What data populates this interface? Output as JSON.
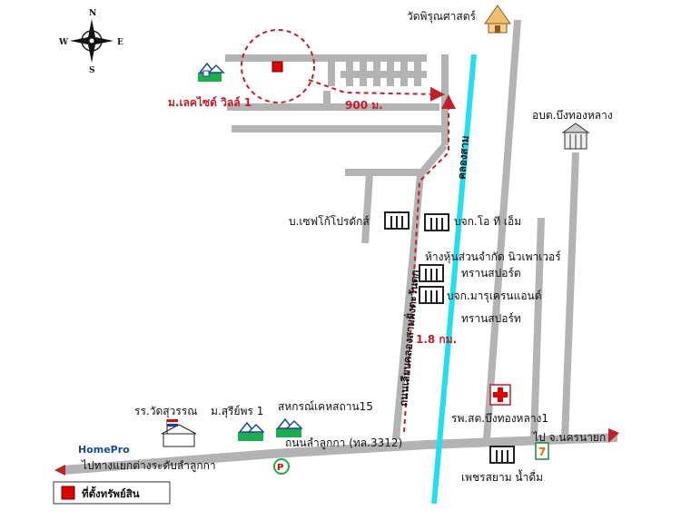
{
  "compass": {
    "north": "N",
    "south": "S",
    "east": "E",
    "west": "W"
  },
  "labels": {
    "property_village": "ม.เลคไซด์ วิลล์ 1",
    "distance_900": "900 ม.",
    "temple_top": "วัดพิรุณศาสตร์",
    "sao_office": "อบต.บึงทองหลาง",
    "canal": "คลองสาม",
    "company_safco": "บ.เซฟโก้โปรดักส์",
    "company_otm": "บจก.โอ ที เอ็ม",
    "company_newpower_1": "ห้างหุ้นส่วนจำกัด นิวเพาเวอร์",
    "company_newpower_2": "ทรานสปอร์ต",
    "company_maru_1": "บจก.มารุเครนแอนด์",
    "company_maru_2": "ทรานสปอร์ท",
    "side_road": "ถนนเลียบคลองสามฝั่งตะวันตก",
    "distance_18": "1.8 กม.",
    "school": "รร.วัดสุวรรณ",
    "village_suriporn": "ม.สุรีย์พร 1",
    "coop": "สหกรณ์เคหสถาน15",
    "hospital": "รพ.สต.บึงทองหลาง1",
    "main_road": "ถนนลำลูกกา (ทล.3312)",
    "to_nakhon_nayok": "ไป จ.นครนายก",
    "to_interchange": "ไปทางแยกต่างระดับลำลูกกา",
    "homepro": "HomePro",
    "gas_station": "เพชรสยาม น้ำดื่ม",
    "legend_property": "ที่ตั้งทรัพย์สิน"
  },
  "colors": {
    "road": "#b3b3b3",
    "canal": "#1ee0f0",
    "route": "#c0202a",
    "property": "#e00000"
  }
}
